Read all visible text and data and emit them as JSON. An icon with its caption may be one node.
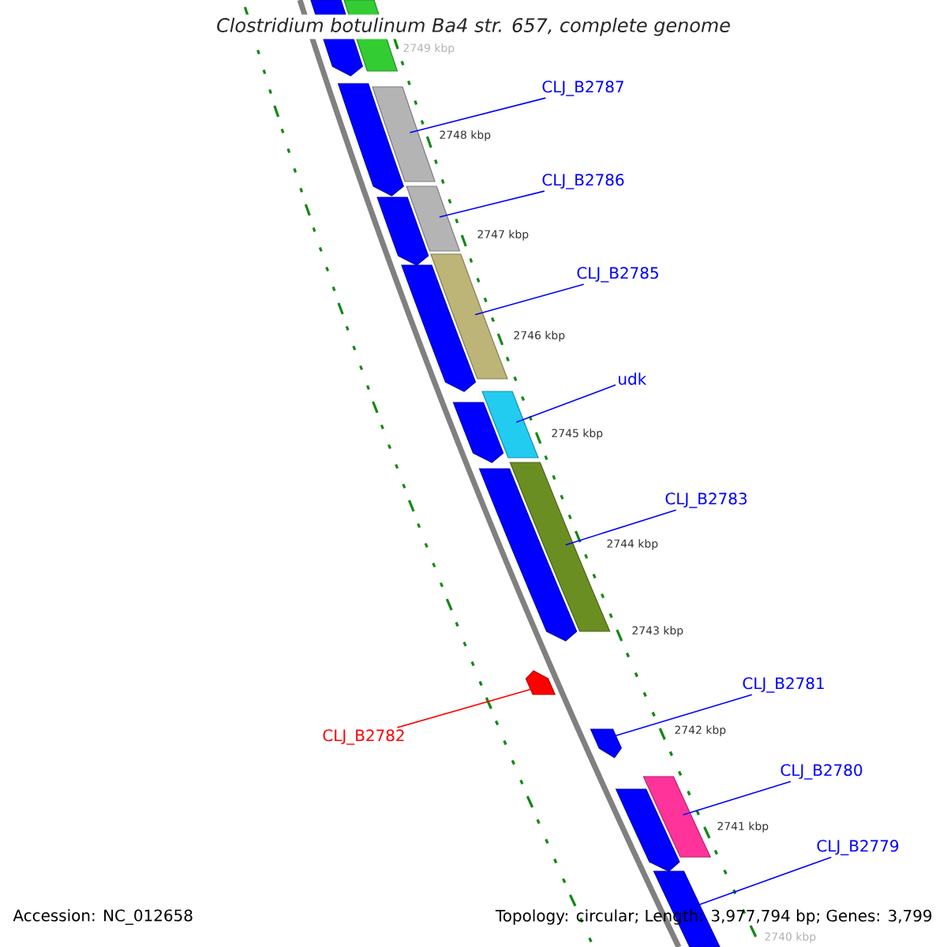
{
  "diagram": {
    "title": "Clostridium botulinum Ba4 str. 657, complete genome",
    "nodes": [
      {
        "text": [
          "CLJ_B2787"
        ]
      },
      {
        "text": [],
        "shape": "bar"
      },
      {
        "text": [
          "CLJ_B2786"
        ]
      },
      {
        "text": [],
        "shape": "bar"
      },
      {
        "text": [
          "CLJ_B2785"
        ]
      },
      {
        "text": [],
        "shape": "bar"
      },
      {
        "text": [
          "udk"
        ]
      },
      {
        "text": [],
        "shape": "bar"
      },
      {
        "text": [
          "CLJ_B2783"
        ]
      },
      {
        "text": [],
        "shape": "bar"
      },
      {
        "text": [
          "CLJ_B2781"
        ]
      },
      {
        "text": [],
        "shape": "bar"
      },
      {
        "text": [
          "CLJ_B2782"
        ]
      },
      {
        "text": [],
        "shape": "bar"
      },
      {
        "text": [
          "CLJ_B2780"
        ]
      },
      {
        "text": [],
        "shape": "bar"
      },
      {
        "text": [
          "CLJ_B2779"
        ]
      },
      {
        "text": [],
        "shape": "bar"
      },
      {
        "text": [],
        "shape": "bar"
      },
      {
        "text": [],
        "shape": "bar"
      },
      {
        "text": [],
        "shape": "bar"
      },
      {
        "text": [],
        "shape": "bar"
      },
      {
        "text": [],
        "shape": "bar"
      },
      {
        "text": [],
        "shape": "bar"
      },
      {
        "text": [],
        "shape": "bar"
      },
      {
        "text": [],
        "shape": "bar"
      }
    ],
    "edges": [
      {
        "from": 0,
        "to": 1,
        "arrow": "none"
      },
      {
        "from": 2,
        "to": 3,
        "arrow": "none"
      },
      {
        "from": 4,
        "to": 5,
        "arrow": "none"
      },
      {
        "from": 6,
        "to": 7,
        "arrow": "none"
      },
      {
        "from": 8,
        "to": 9,
        "arrow": "none"
      },
      {
        "from": 10,
        "to": 11,
        "arrow": "none"
      },
      {
        "from": 12,
        "to": 13,
        "arrow": "none",
        "color": "#ff0000"
      },
      {
        "from": 14,
        "to": 15,
        "arrow": "none"
      },
      {
        "from": 16,
        "to": 17,
        "arrow": "none"
      }
    ],
    "labels": [
      "2749 kbp",
      "2748 kbp",
      "2747 kbp",
      "2746 kbp",
      "2745 kbp",
      "2744 kbp",
      "2743 kbp",
      "2742 kbp",
      "2741 kbp",
      "2740 kbp",
      "Accession: NC_012658",
      "Topology: circular; Length: 3,977,794 bp; Genes: 3,799"
    ]
  }
}
